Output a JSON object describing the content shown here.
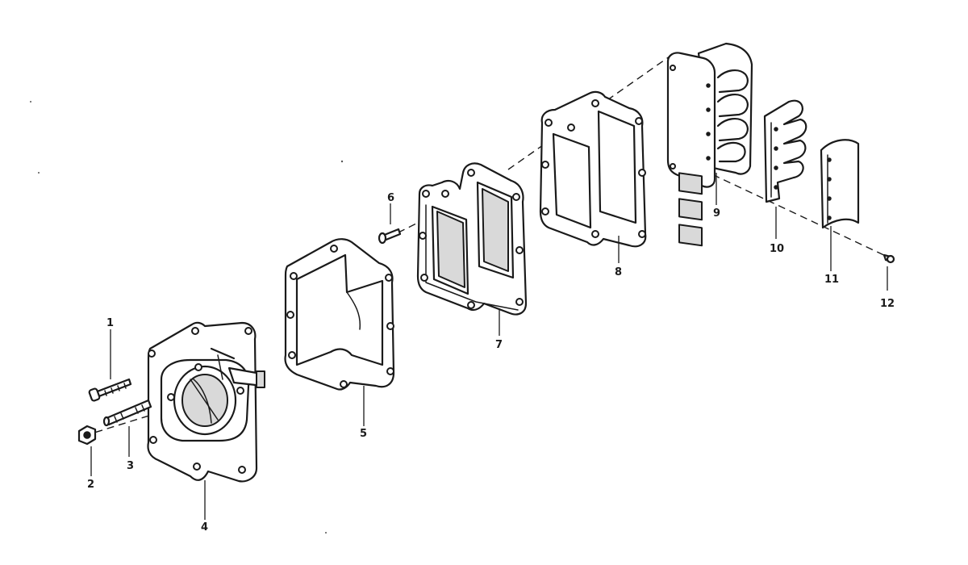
{
  "diagram": {
    "callouts": {
      "1": "1",
      "2": "2",
      "3": "3",
      "4": "4",
      "5": "5",
      "6": "6",
      "7": "7",
      "8": "8",
      "9": "9",
      "10": "10",
      "11": "11",
      "12": "12"
    }
  }
}
